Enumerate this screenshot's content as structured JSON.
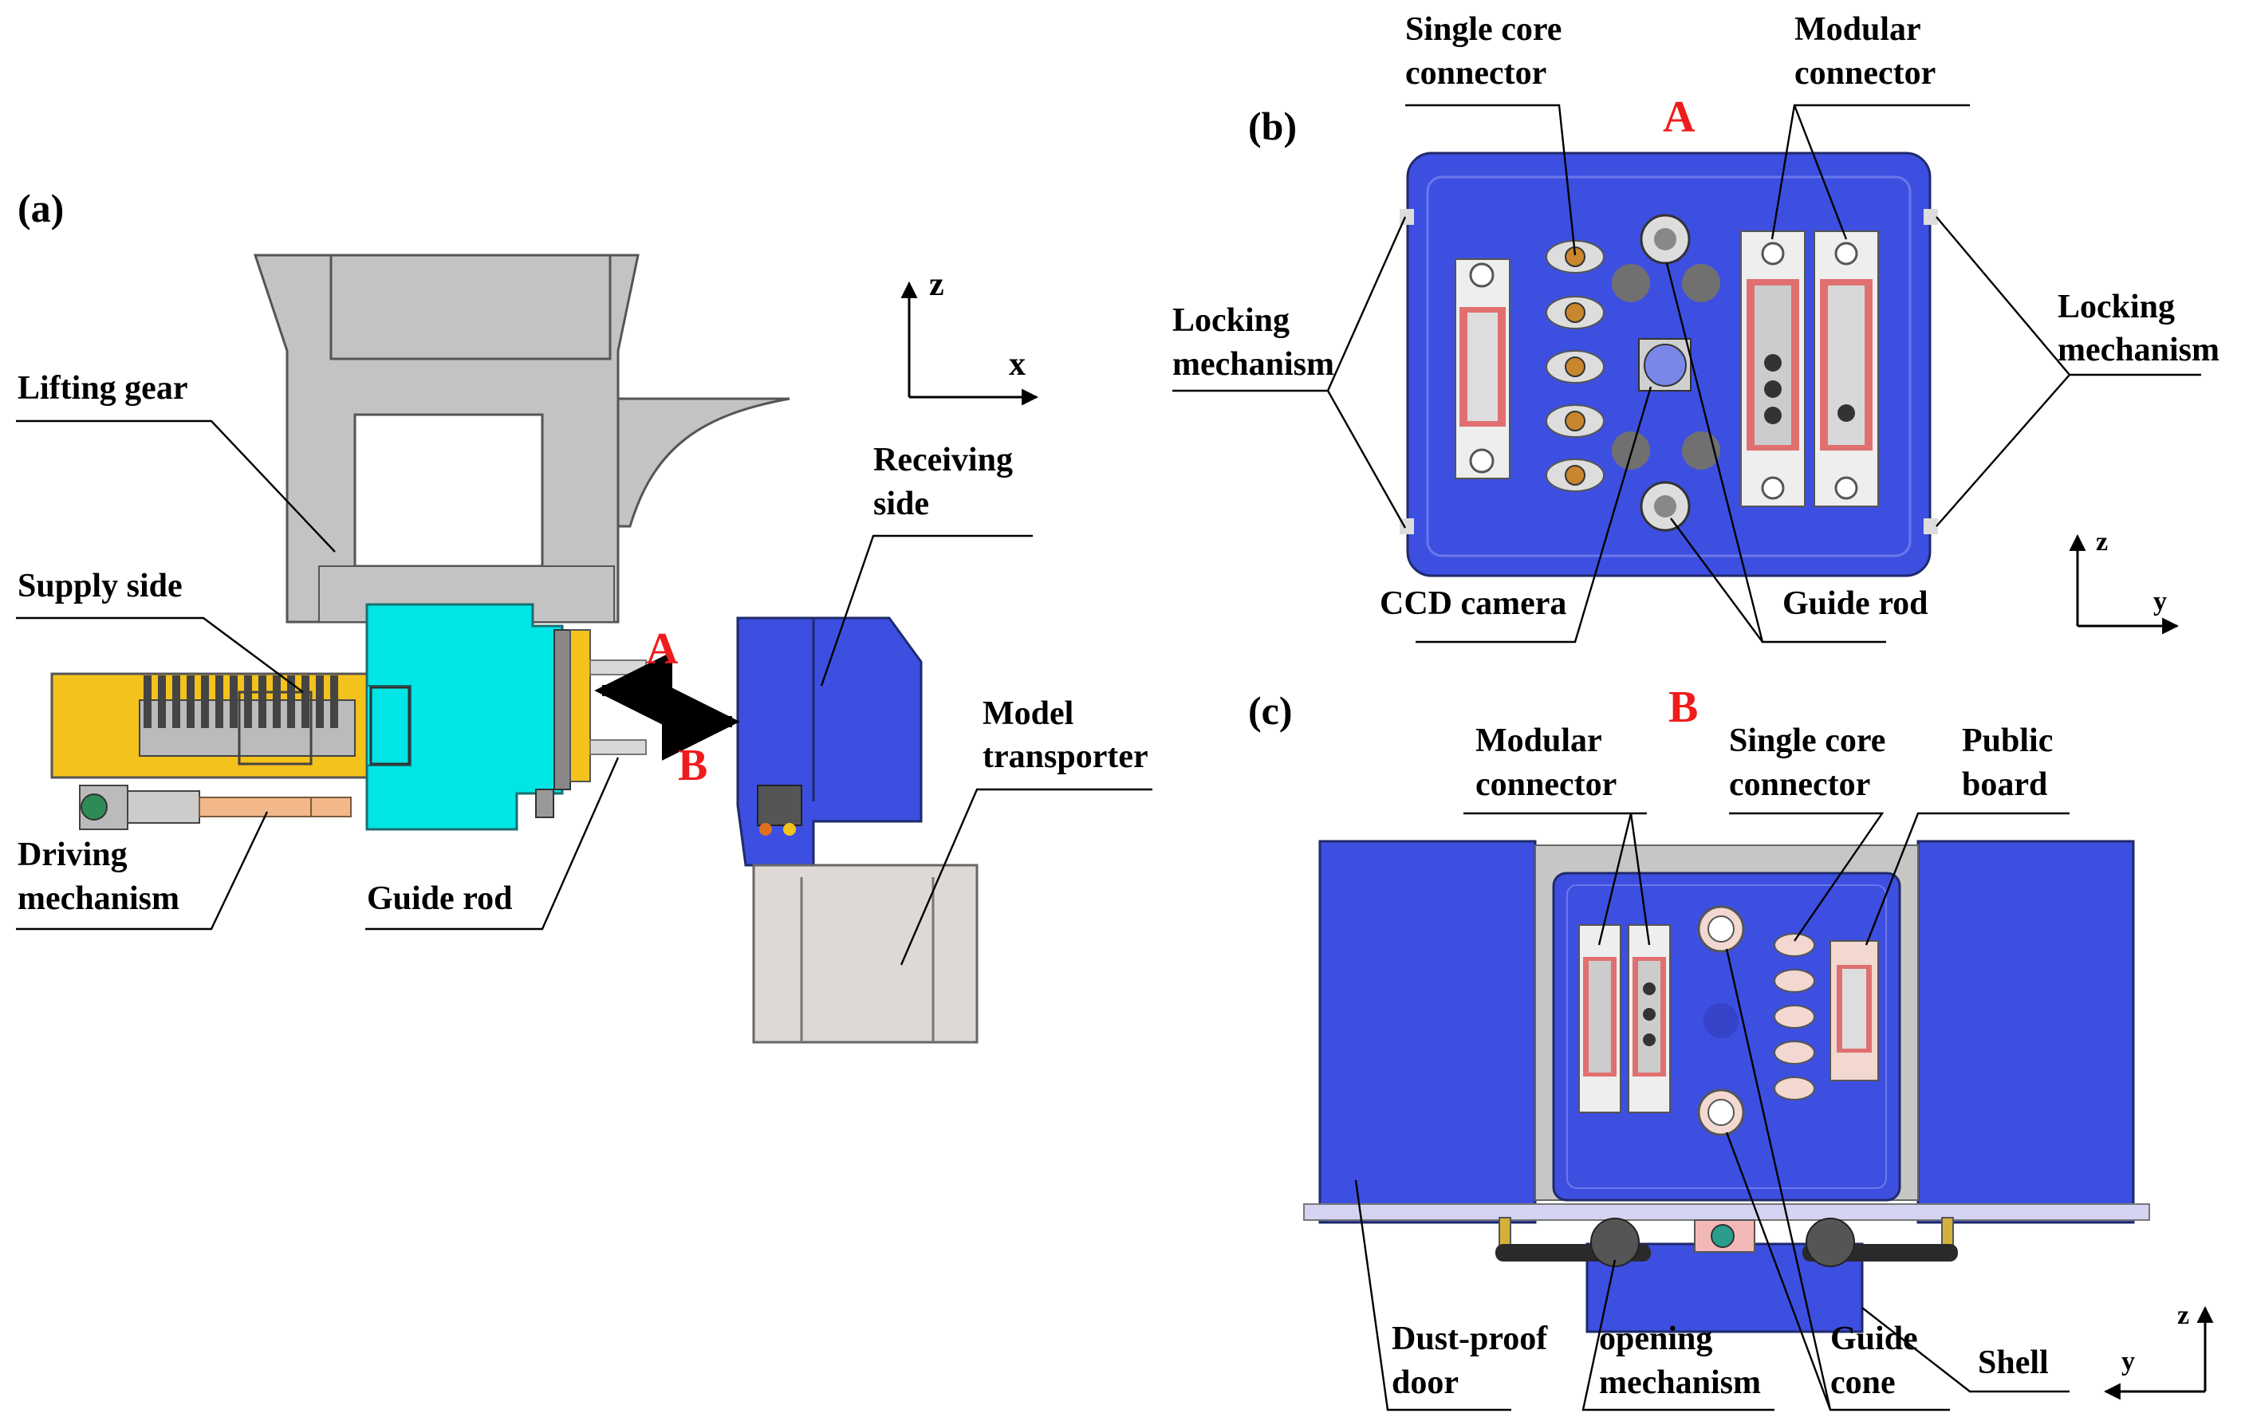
{
  "panels": {
    "a": {
      "tag": "(a)",
      "labels": {
        "lifting_gear": "Lifting gear",
        "supply_side": "Supply side",
        "driving_1": "Driving",
        "driving_2": "mechanism",
        "guide_rod": "Guide rod",
        "receiving_1": "Receiving",
        "receiving_2": "side",
        "model_1": "Model",
        "model_2": "transporter"
      },
      "markers": {
        "A": "A",
        "B": "B"
      },
      "axes": {
        "vertical": "z",
        "horizontal": "x"
      }
    },
    "b": {
      "tag": "(b)",
      "marker": "A",
      "labels": {
        "single_core_1": "Single core",
        "single_core_2": "connector",
        "modular_1": "Modular",
        "modular_2": "connector",
        "locking_left_1": "Locking",
        "locking_left_2": "mechanism",
        "locking_right_1": "Locking",
        "locking_right_2": "mechanism",
        "ccd_camera": "CCD camera",
        "guide_rod": "Guide rod"
      },
      "axes": {
        "vertical": "z",
        "horizontal": "y"
      }
    },
    "c": {
      "tag": "(c)",
      "marker": "B",
      "labels": {
        "modular_1": "Modular",
        "modular_2": "connector",
        "single_core_1": "Single core",
        "single_core_2": "connector",
        "public_1": "Public",
        "public_2": "board",
        "dust_1": "Dust-proof",
        "dust_2": "door",
        "opening_1": "opening",
        "opening_2": "mechanism",
        "guide_cone_1": "Guide",
        "guide_cone_2": "cone",
        "shell": "Shell"
      },
      "axes": {
        "vertical": "z",
        "horizontal": "y"
      }
    }
  },
  "colors": {
    "receiving_blue": "#3d4fe0",
    "supply_cyan": "#00e5e5",
    "frame_gray": "#c3c3c3",
    "drive_yellow": "#f3c21c",
    "marker_red": "#ee1c1c"
  }
}
